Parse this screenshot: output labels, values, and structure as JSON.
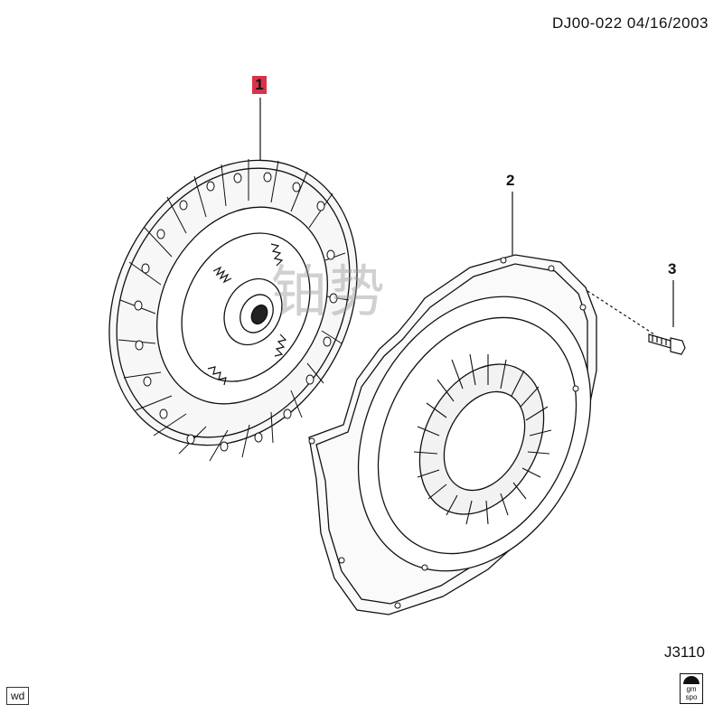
{
  "header": {
    "doc_id": "DJ00-022  04/16/2003"
  },
  "footer": {
    "figure_code": "J3110",
    "view_label": "wd",
    "logo_text": "gm spo"
  },
  "watermark": {
    "text": "铂势"
  },
  "callouts": [
    {
      "number": "1",
      "highlighted": true,
      "highlight_color": "#d9324a"
    },
    {
      "number": "2",
      "highlighted": false
    },
    {
      "number": "3",
      "highlighted": false
    }
  ],
  "parts": [
    {
      "callout": "1",
      "kind": "clutch-disc"
    },
    {
      "callout": "2",
      "kind": "pressure-plate"
    },
    {
      "callout": "3",
      "kind": "bolt"
    }
  ]
}
